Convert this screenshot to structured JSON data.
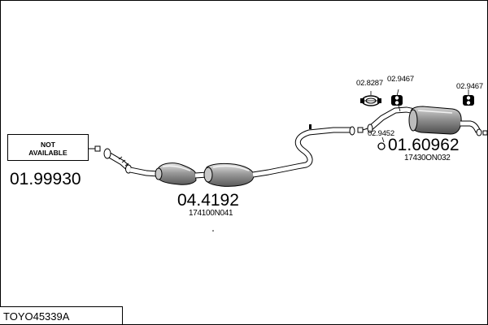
{
  "diagram": {
    "assembly_code": "TOYO45339A",
    "parts": [
      {
        "number": "01.99930",
        "note": "NOT\nAVAILABLE",
        "oem": ""
      },
      {
        "number": "04.4192",
        "oem": "174100N041"
      },
      {
        "number": "01.60962",
        "oem": "17430ON032"
      }
    ],
    "accessories": [
      {
        "number": "02.8287",
        "icon": "clamp-ring-icon"
      },
      {
        "number": "02.9467",
        "icon": "rubber-hanger-icon"
      },
      {
        "number": "02.9467",
        "icon": "rubber-hanger-icon"
      },
      {
        "number": "02.9452",
        "icon": "washer-ring-icon"
      }
    ],
    "colors": {
      "line": "#000000",
      "pipe_fill": "#ffffff",
      "part_shade": "#9a9a9a"
    }
  }
}
